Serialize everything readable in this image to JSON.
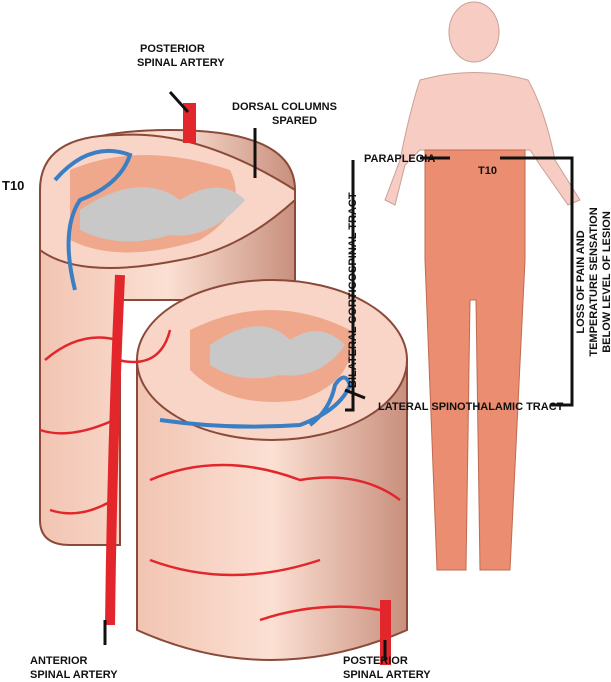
{
  "labels": {
    "posterior_artery_top": [
      "POSTERIOR",
      "SPINAL ARTERY"
    ],
    "dorsal_columns": [
      "DORSAL COLUMNS",
      "SPARED"
    ],
    "level_left": "T10",
    "paraplegia": "PARAPLEGIA",
    "level_body": "T10",
    "corticospinal": "BILATERAL CORTICOSPINAL TRACT",
    "sensation": [
      "LOSS OF PAIN AND",
      "TEMPERATURE SENSATION",
      "BELOW LEVEL OF LESION"
    ],
    "spinothalamic": "LATERAL SPINOTHALAMIC TRACT",
    "anterior_artery": [
      "ANTERIOR",
      "SPINAL ARTERY"
    ],
    "posterior_artery_bottom": [
      "POSTERIOR",
      "SPINAL ARTERY"
    ]
  },
  "colors": {
    "cord": "#f8d5c6",
    "cord_edge": "#8a4a3a",
    "infarct": "#f0a88c",
    "grey_matter": "#c8c8c8",
    "artery": "#e3262b",
    "vein_blue": "#3a7fc4",
    "body_upper": "#f7cdc3",
    "body_lower": "#ea8d70"
  }
}
